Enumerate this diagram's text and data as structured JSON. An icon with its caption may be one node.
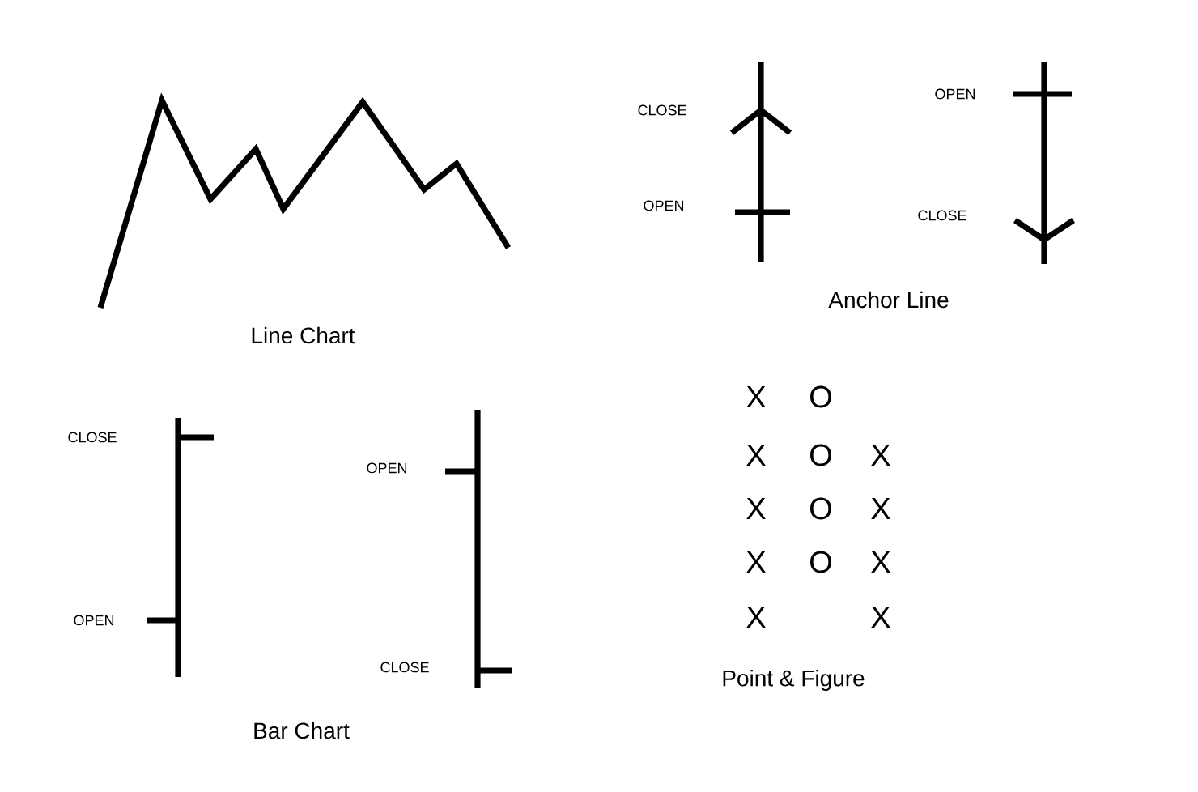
{
  "diagram": {
    "labels": [
      "Line Chart",
      "CLOSE",
      "OPEN",
      "OPEN",
      "CLOSE",
      "Anchor Line",
      "CLOSE",
      "OPEN",
      "OPEN",
      "CLOSE",
      "Bar Chart",
      "X",
      "O",
      "X",
      "O",
      "X",
      "X",
      "O",
      "X",
      "X",
      "O",
      "X",
      "X",
      "X",
      "Point & Figure"
    ]
  }
}
